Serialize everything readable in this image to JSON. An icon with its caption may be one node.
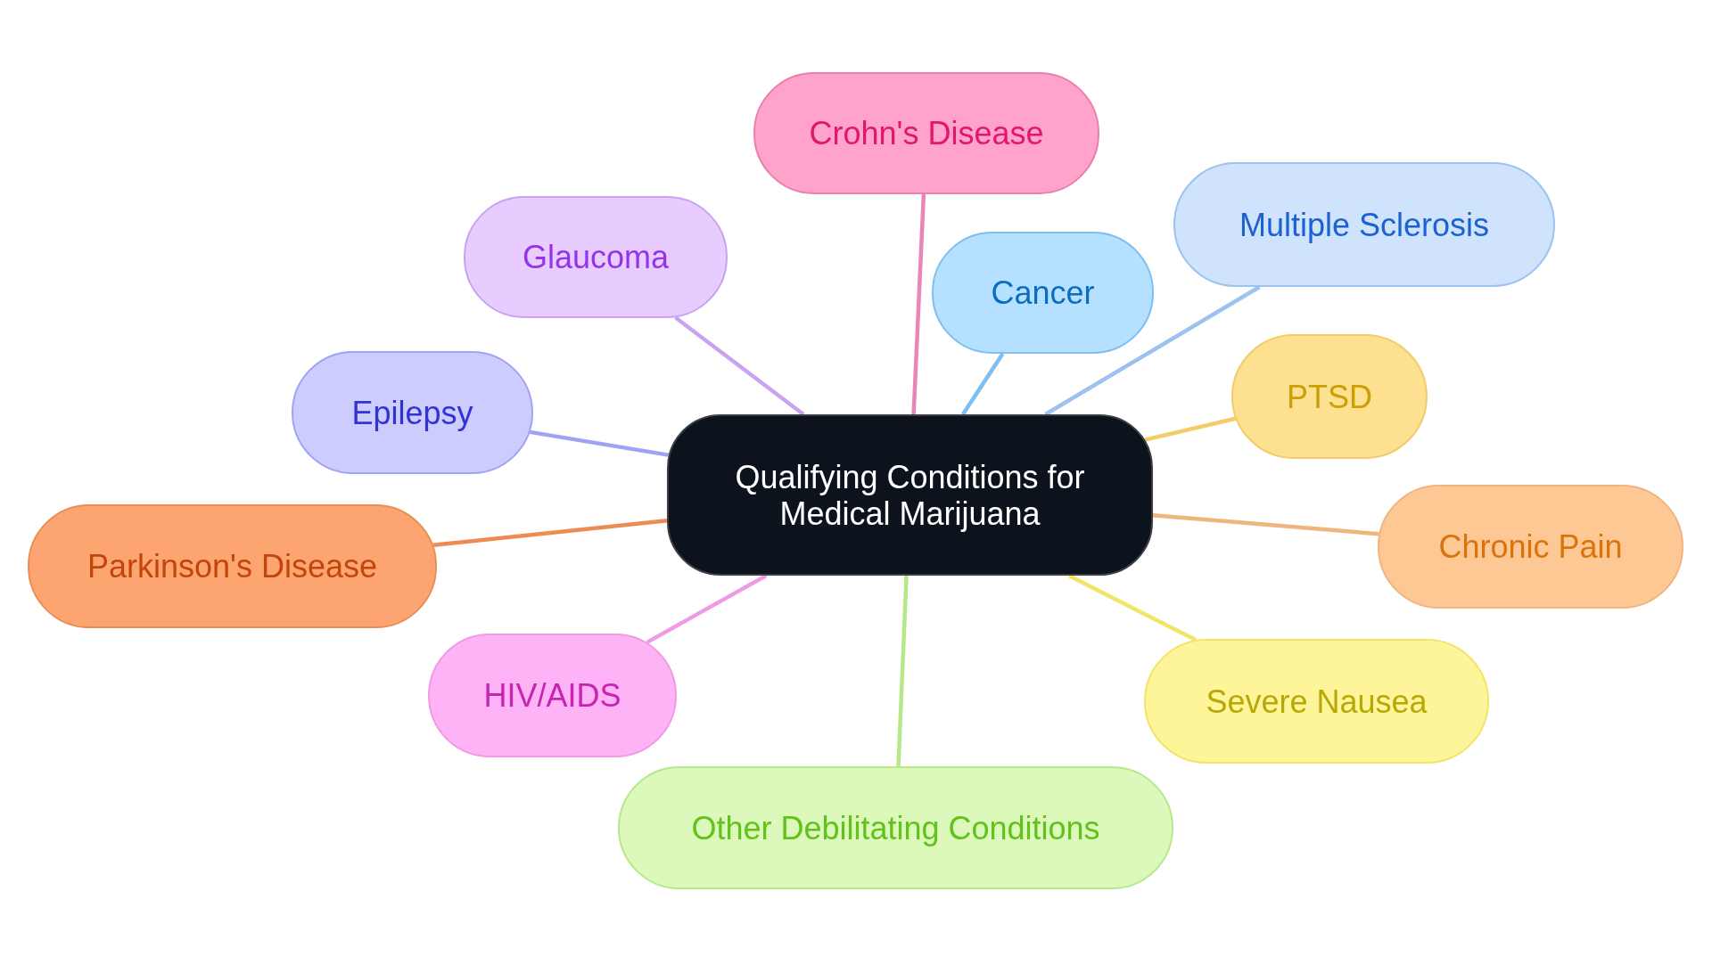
{
  "diagram": {
    "nodes": [
      {
        "text": [
          "Qualifying Conditions for Medical Marijuana"
        ]
      },
      {
        "text": [
          "Crohn's Disease"
        ]
      },
      {
        "text": [
          "Multiple Sclerosis"
        ]
      },
      {
        "text": [
          "Glaucoma"
        ]
      },
      {
        "text": [
          "Cancer"
        ]
      },
      {
        "text": [
          "PTSD"
        ]
      },
      {
        "text": [
          "Epilepsy"
        ]
      },
      {
        "text": [
          "Chronic Pain"
        ]
      },
      {
        "text": [
          "Parkinson's Disease"
        ]
      },
      {
        "text": [
          "HIV/AIDS"
        ]
      },
      {
        "text": [
          "Severe Nausea"
        ]
      },
      {
        "text": [
          "Other Debilitating Conditions"
        ]
      }
    ],
    "edges": [
      {
        "from": 0,
        "to": 1,
        "arrow": "none",
        "color": "#e986b8"
      },
      {
        "from": 0,
        "to": 2,
        "arrow": "none",
        "color": "#9cc2f0"
      },
      {
        "from": 0,
        "to": 3,
        "arrow": "none",
        "color": "#c9a3f0"
      },
      {
        "from": 0,
        "to": 4,
        "arrow": "none",
        "color": "#7dbff0"
      },
      {
        "from": 0,
        "to": 5,
        "arrow": "none",
        "color": "#f2cc66"
      },
      {
        "from": 0,
        "to": 6,
        "arrow": "none",
        "color": "#a0a3f5"
      },
      {
        "from": 0,
        "to": 7,
        "arrow": "none",
        "color": "#f0b47e"
      },
      {
        "from": 0,
        "to": 8,
        "arrow": "none",
        "color": "#eb8c55"
      },
      {
        "from": 0,
        "to": 9,
        "arrow": "none",
        "color": "#f09ae6"
      },
      {
        "from": 0,
        "to": 10,
        "arrow": "none",
        "color": "#f2e566"
      },
      {
        "from": 0,
        "to": 11,
        "arrow": "none",
        "color": "#b5e88a"
      }
    ]
  }
}
